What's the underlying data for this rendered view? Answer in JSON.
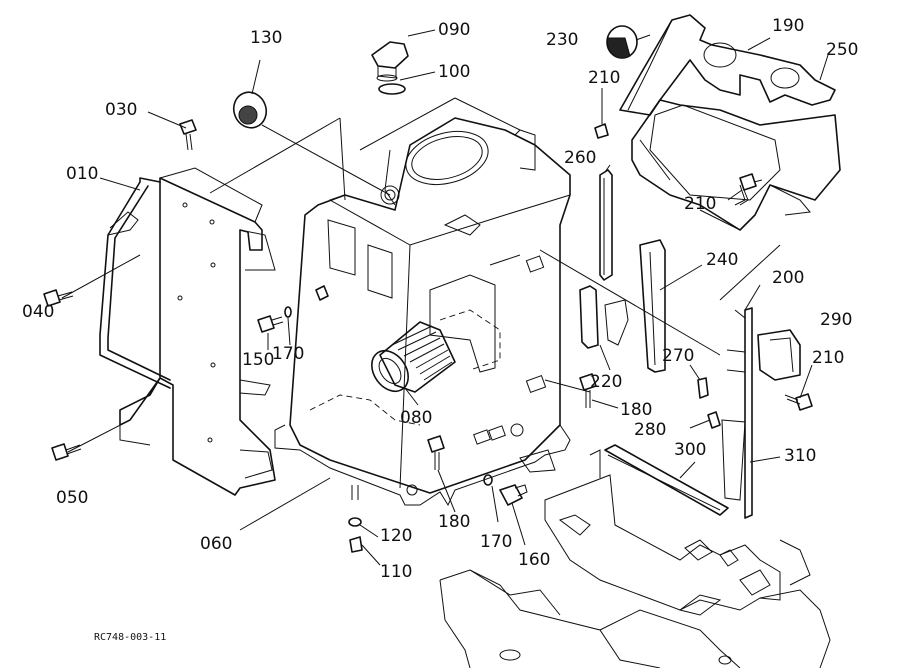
{
  "callouts": {
    "c010": "010",
    "c030": "030",
    "c040": "040",
    "c050": "050",
    "c060": "060",
    "c080": "080",
    "c090": "090",
    "c100": "100",
    "c110": "110",
    "c120": "120",
    "c130": "130",
    "c150": "150",
    "c160": "160",
    "c170a": "170",
    "c170b": "170",
    "c180a": "180",
    "c180b": "180",
    "c190": "190",
    "c200": "200",
    "c210a": "210",
    "c210b": "210",
    "c210c": "210",
    "c220": "220",
    "c230": "230",
    "c240": "240",
    "c250": "250",
    "c260": "260",
    "c270": "270",
    "c280": "280",
    "c290": "290",
    "c300": "300",
    "c310": "310"
  },
  "drawing_code": "RC748-003-11"
}
